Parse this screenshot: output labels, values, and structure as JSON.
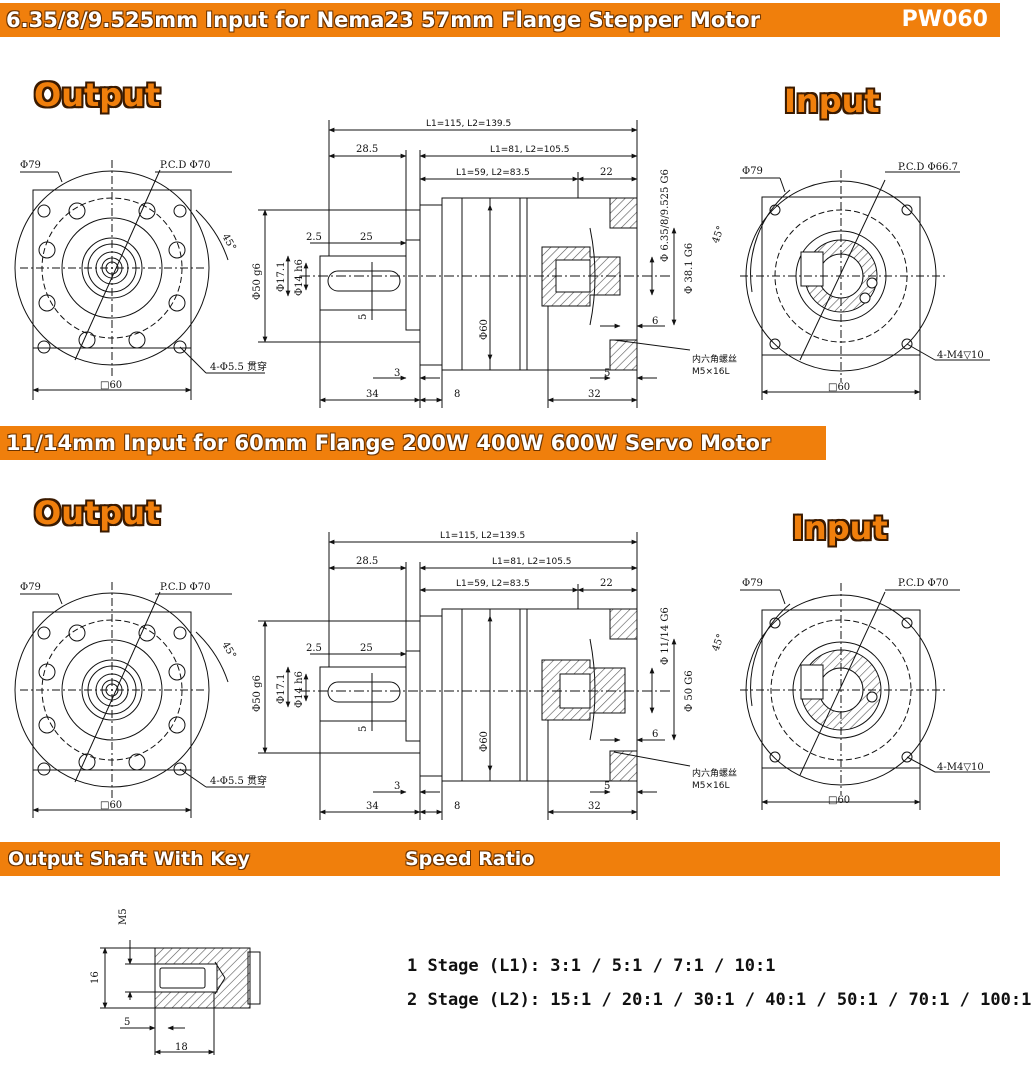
{
  "header": {
    "title": "6.35/8/9.525mm Input for Nema23 57mm Flange Stepper Motor",
    "code": "PW060"
  },
  "section2": {
    "title": "11/14mm Input for 60mm Flange 200W 400W 600W Servo Motor"
  },
  "section3": {
    "left_title": "Output Shaft With Key",
    "right_title": "Speed Ratio"
  },
  "big_labels": {
    "output": "Output",
    "input": "Input"
  },
  "drawing1": {
    "phi79": "Φ79",
    "pcd_out": "P.C.D Φ70",
    "angle": "45°",
    "holes": "4-Φ5.5 贯穿",
    "sq60": "□60",
    "L_total": "L1=115, L2=139.5",
    "L_mid": "L1=81, L2=105.5",
    "L_short": "L1=59, L2=83.5",
    "d285": "28.5",
    "d22": "22",
    "d25": "25",
    "d25s": "2.5",
    "d5": "5",
    "d3": "3",
    "d34": "34",
    "d8": "8",
    "d5b": "5",
    "d32": "32",
    "d6": "6",
    "phi50": "Φ50 g6",
    "phi171": "Φ17.1",
    "phi14": "Φ14 h6",
    "phi60": "Φ60",
    "bore": "Φ 6.35/8/9.525 G6",
    "phi381": "Φ 38.1 G6",
    "in_phi79": "Φ79",
    "in_pcd": "P.C.D Φ66.7",
    "in_angle": "45°",
    "in_holes": "4-M4▽10",
    "in_sq60": "□60",
    "screw1": "内六角螺丝",
    "screw2": "M5×16L"
  },
  "drawing2": {
    "phi79": "Φ79",
    "pcd_out": "P.C.D Φ70",
    "angle": "45°",
    "holes": "4-Φ5.5 贯穿",
    "sq60": "□60",
    "L_total": "L1=115, L2=139.5",
    "L_mid": "L1=81, L2=105.5",
    "L_short": "L1=59, L2=83.5",
    "d285": "28.5",
    "d22": "22",
    "d25": "25",
    "d25s": "2.5",
    "d5": "5",
    "d3": "3",
    "d34": "34",
    "d8": "8",
    "d5b": "5",
    "d32": "32",
    "d6": "6",
    "phi50": "Φ50 g6",
    "phi171": "Φ17.1",
    "phi14": "Φ14 h6",
    "phi60": "Φ60",
    "bore": "Φ 11/14 G6",
    "phi381": "Φ 50 G6",
    "in_phi79": "Φ79",
    "in_pcd": "P.C.D Φ70",
    "in_angle": "45°",
    "in_holes": "4-M4▽10",
    "in_sq60": "□60",
    "screw1": "内六角螺丝",
    "screw2": "M5×16L"
  },
  "key_shaft": {
    "m5": "M5",
    "d16": "16",
    "d5": "5",
    "d18": "18"
  },
  "ratios": {
    "stage1": "1 Stage (L1): 3:1 / 5:1 / 7:1 / 10:1",
    "stage2": "2 Stage (L2): 15:1 / 20:1 / 30:1 / 40:1 / 50:1 / 70:1 / 100:1"
  },
  "colors": {
    "accent": "#f07f0c",
    "line": "#111111",
    "hatch": "#555555"
  }
}
